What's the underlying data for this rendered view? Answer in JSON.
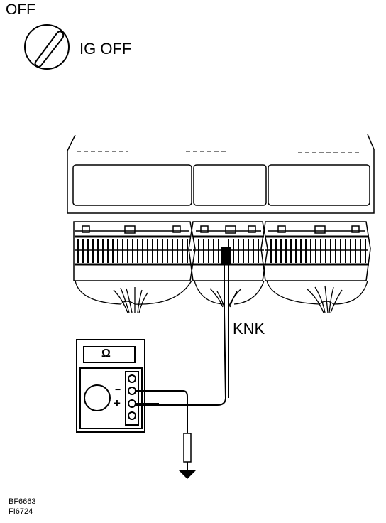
{
  "header": {
    "mode": "OFF",
    "ignition_label": "IG OFF"
  },
  "diagram": {
    "terminal_label": "KNK",
    "meter": {
      "range_symbol": "Ω",
      "minus_symbol": "−",
      "plus_symbol": "+"
    },
    "icons": [
      "ignition-key-icon",
      "ground-icon"
    ]
  },
  "codes": [
    "BF6663",
    "FI6724"
  ]
}
